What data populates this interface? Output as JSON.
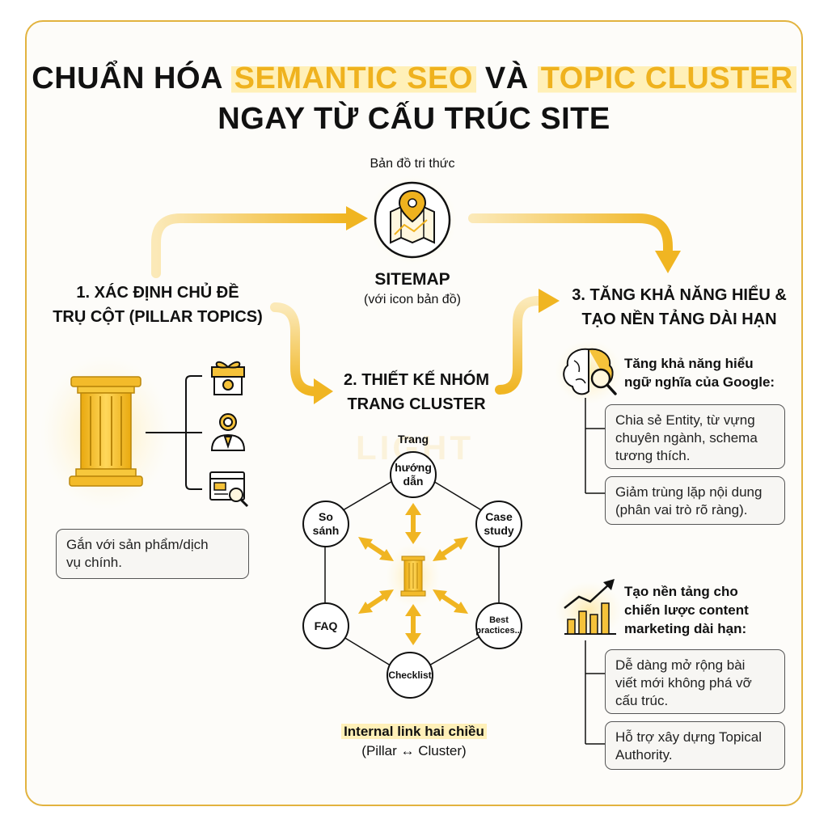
{
  "title": {
    "line1_pre": "CHUẨN HÓA ",
    "line1_hl1": "SEMANTIC SEO",
    "line1_mid": " VÀ ",
    "line1_hl2": "TOPIC CLUSTER",
    "line2": "NGAY TỪ CẤU TRÚC SITE"
  },
  "sitemap": {
    "caption": "Bản đồ tri thức",
    "label": "SITEMAP",
    "sublabel": "(với icon bản đồ)",
    "icon": "map-pin-icon"
  },
  "step1": {
    "title_l1": "1. XÁC ĐỊNH CHỦ ĐỀ",
    "title_l2": "TRỤ CỘT (PILLAR TOPICS)",
    "icons": [
      "gift-box-icon",
      "person-badge-icon",
      "web-page-search-icon"
    ],
    "pillar_icon": "pillar-icon",
    "box_l1": "Gắn với sản phẩm/dịch",
    "box_l2": "vụ chính."
  },
  "step2": {
    "title_l1": "2. THIẾT KẾ NHÓM",
    "title_l2": "TRANG CLUSTER",
    "nodes": {
      "top_above": "Trang",
      "top_l1": "hướng",
      "top_l2": "dẫn",
      "left_top_l1": "So",
      "left_top_l2": "sánh",
      "right_top_l1": "Case",
      "right_top_l2": "study",
      "left_bottom": "FAQ",
      "right_bottom_l1": "Best",
      "right_bottom_l2": "practices...",
      "bottom": "Checklist"
    },
    "internal_link": "Internal link hai chiều",
    "internal_link_sub": "(Pillar ↔ Cluster)"
  },
  "step3": {
    "title_l1": "3. TĂNG KHẢ NĂNG HIỂU &",
    "title_l2": "TẠO NỀN TẢNG DÀI HẠN",
    "group1": {
      "icon": "brain-search-icon",
      "heading_l1": "Tăng khả năng hiểu",
      "heading_l2": "ngữ nghĩa của Google:",
      "box1_l1": "Chia sẻ Entity, từ vựng",
      "box1_l2": "chuyên ngành, schema",
      "box1_l3": "tương thích.",
      "box2_l1": "Giảm trùng lặp nội dung",
      "box2_l2": "(phân vai trò rõ ràng)."
    },
    "group2": {
      "icon": "growth-chart-icon",
      "heading_l1": "Tạo nền tảng cho",
      "heading_l2": "chiến lược content",
      "heading_l3": "marketing dài hạn:",
      "box1_l1": "Dễ dàng mở rộng bài",
      "box1_l2": "viết mới không phá vỡ",
      "box1_l3": "cấu trúc.",
      "box2_l1": "Hỗ trợ xây dựng Topical",
      "box2_l2": "Authority."
    }
  },
  "watermark": "LIGHT",
  "colors": {
    "accent": "#efb21e",
    "border": "#e2b33f",
    "text": "#111111",
    "box_bg": "#f7f6f3"
  }
}
